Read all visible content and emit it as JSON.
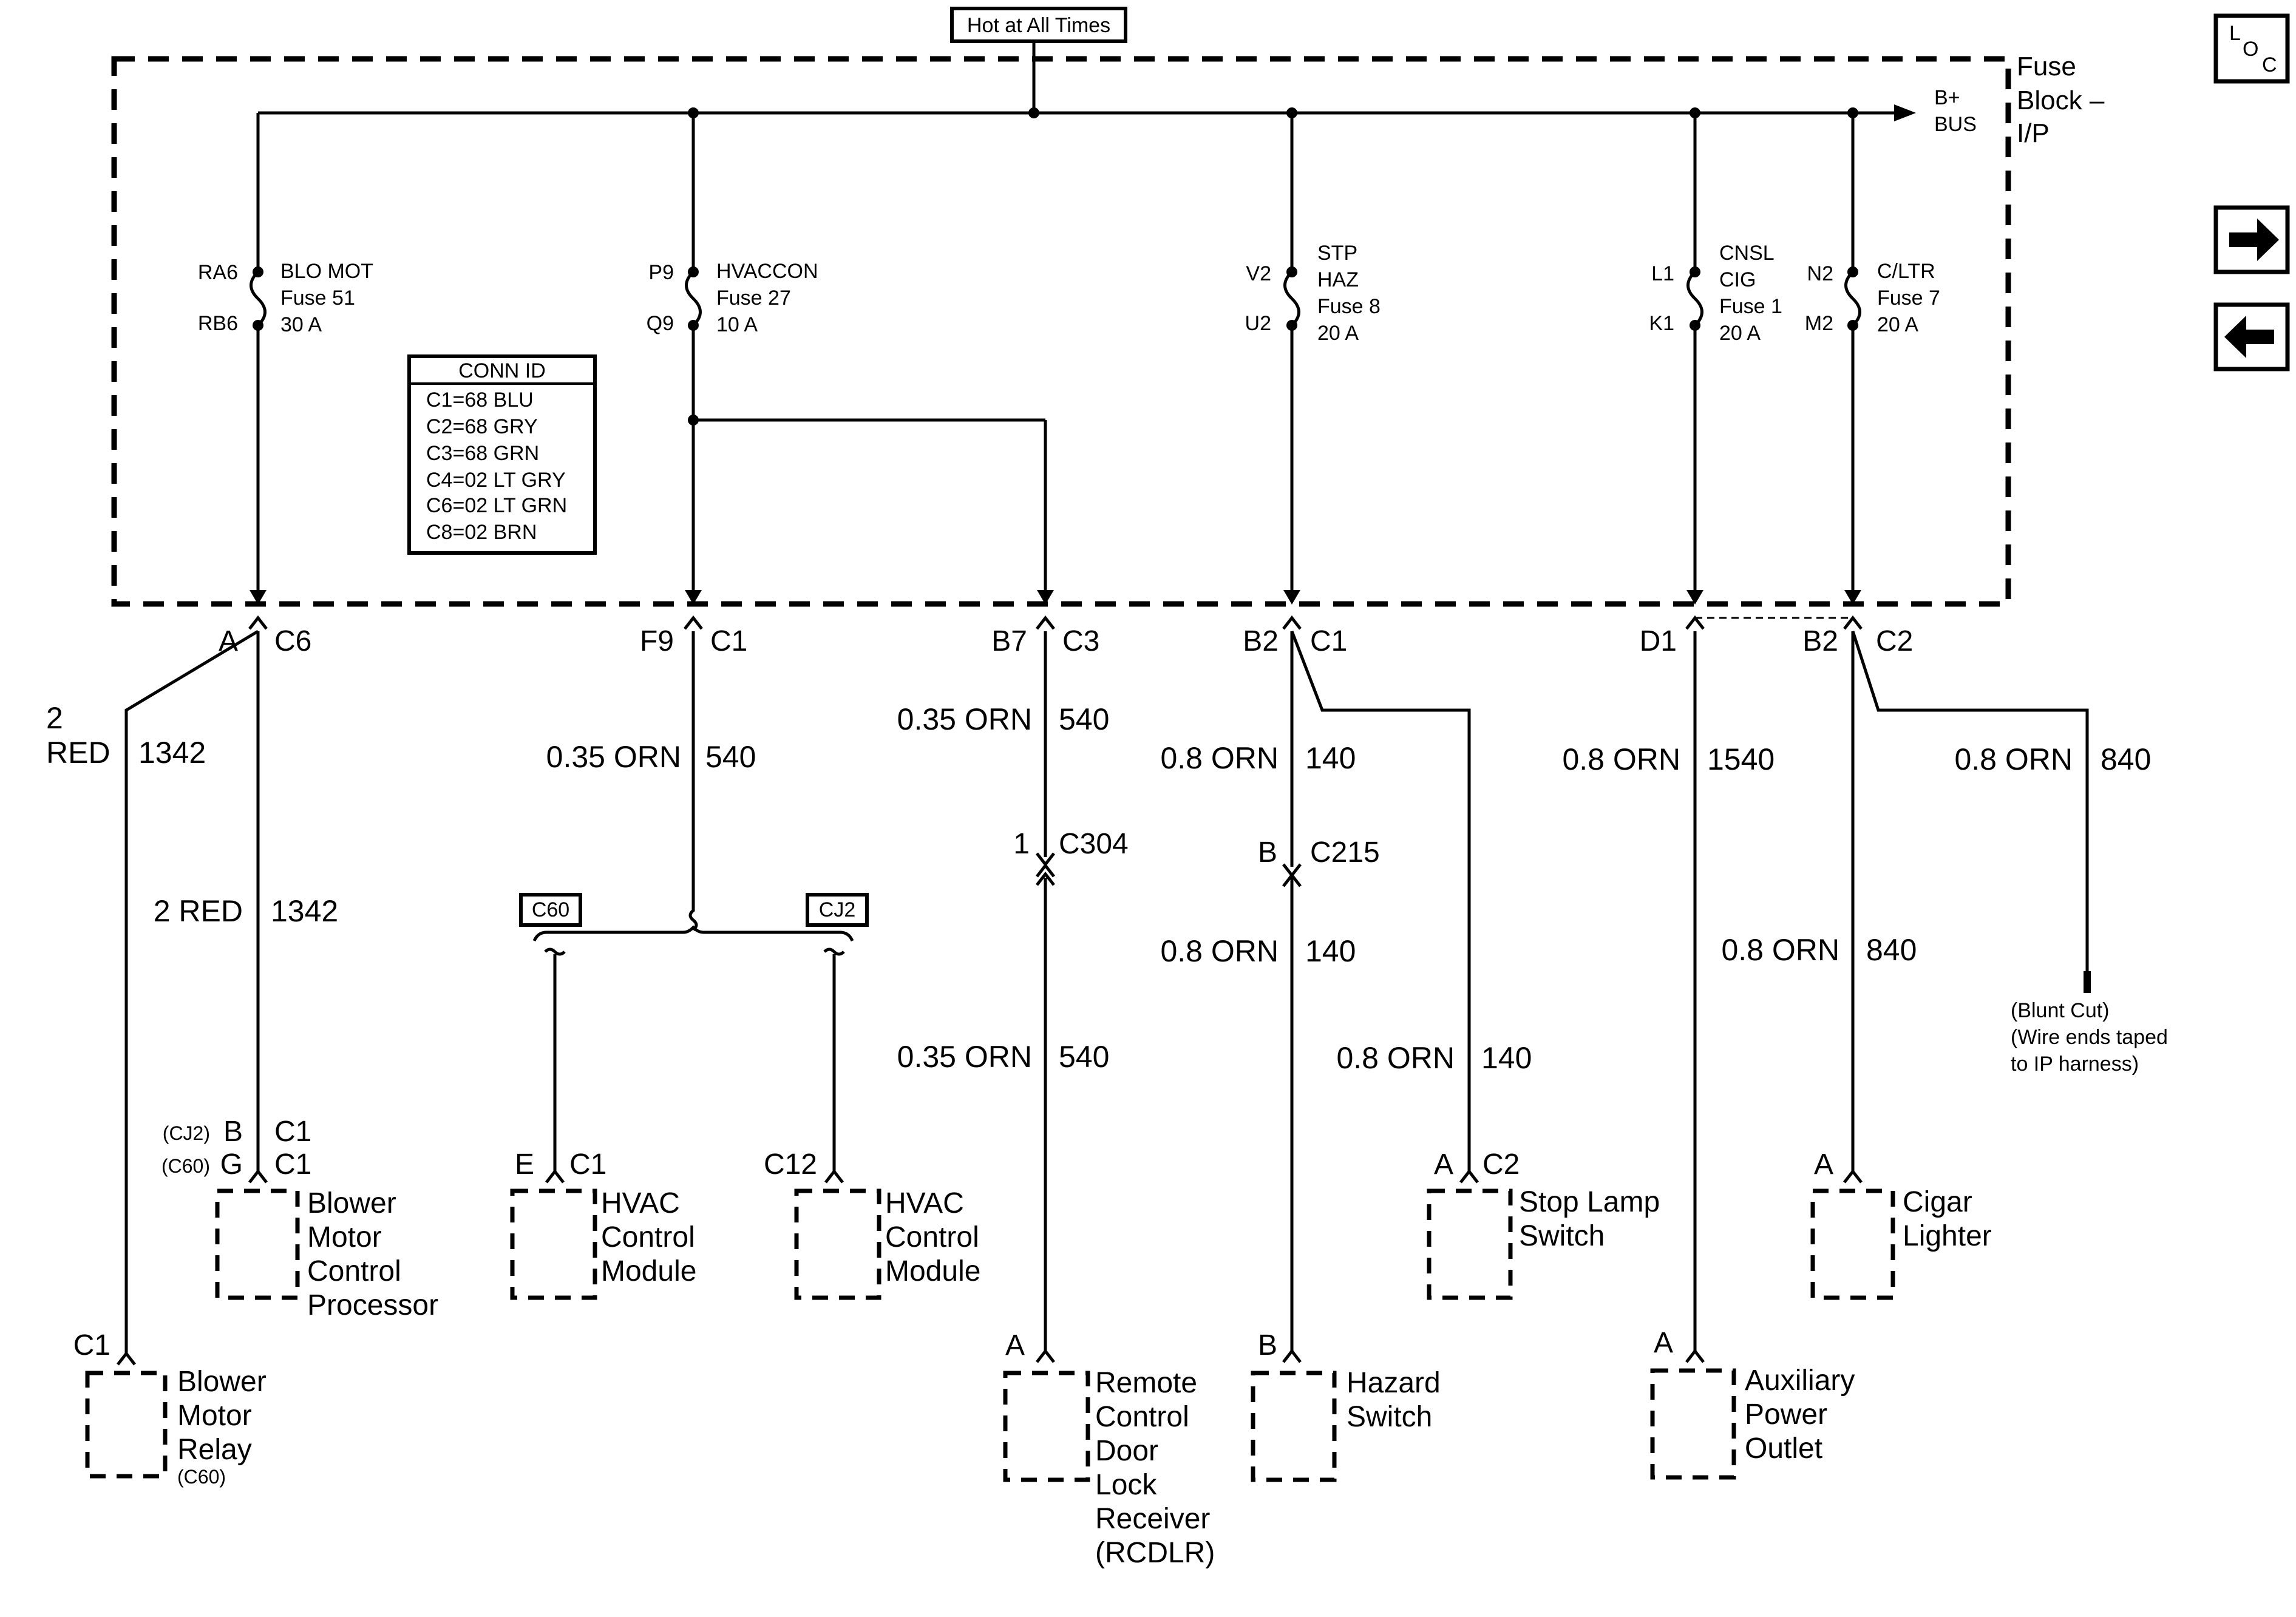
{
  "hot_label": "Hot at All Times",
  "fuse_block": {
    "line1": "Fuse",
    "line2": "Block –",
    "line3": "I/P"
  },
  "bus": {
    "line1": "B+",
    "line2": "BUS"
  },
  "loc": {
    "l": "L",
    "o": "O",
    "c": "C"
  },
  "nav": {
    "next_icon": "right-arrow-icon",
    "prev_icon": "left-arrow-icon"
  },
  "fuses": [
    {
      "top_pin": "RA6",
      "bottom_pin": "RB6",
      "lines": [
        "BLO MOT",
        "Fuse 51",
        "30 A"
      ]
    },
    {
      "top_pin": "P9",
      "bottom_pin": "Q9",
      "lines": [
        "HVACCON",
        "Fuse 27",
        "10 A"
      ]
    },
    {
      "top_pin": "V2",
      "bottom_pin": "U2",
      "lines": [
        "STP",
        "HAZ",
        "Fuse 8",
        "20 A"
      ]
    },
    {
      "top_pin": "L1",
      "bottom_pin": "K1",
      "lines": [
        "CNSL",
        "CIG",
        "Fuse 1",
        "20 A"
      ]
    },
    {
      "top_pin": "N2",
      "bottom_pin": "M2",
      "lines": [
        "C/LTR",
        "Fuse 7",
        "20 A"
      ]
    }
  ],
  "conn_id": {
    "title": "CONN ID",
    "rows": [
      "C1=68 BLU",
      "C2=68 GRY",
      "C3=68 GRN",
      "C4=02 LT GRY",
      "C6=02 LT GRN",
      "C8=02 BRN"
    ]
  },
  "connectors": [
    {
      "pin": "A",
      "conn": "C6"
    },
    {
      "pin": "F9",
      "conn": "C1"
    },
    {
      "pin": "B7",
      "conn": "C3"
    },
    {
      "pin": "B2",
      "conn": "C1"
    },
    {
      "pin": "D1",
      "conn": ""
    },
    {
      "pin": "B2",
      "conn": "C2"
    }
  ],
  "wires": {
    "w1342_left_size_a": "2",
    "w1342_left_size_b": "RED",
    "w1342_left_circuit": "1342",
    "w1342_right": {
      "size": "2 RED",
      "circuit": "1342"
    },
    "w540_a": {
      "size": "0.35 ORN",
      "circuit": "540"
    },
    "w540_b": {
      "size": "0.35 ORN",
      "circuit": "540"
    },
    "w540_c": {
      "size": "0.35 ORN",
      "circuit": "540"
    },
    "w140_a": {
      "size": "0.8 ORN",
      "circuit": "140"
    },
    "w140_b": {
      "size": "0.8 ORN",
      "circuit": "140"
    },
    "w140_c": {
      "size": "0.8 ORN",
      "circuit": "140"
    },
    "w1540": {
      "size": "0.8 ORN",
      "circuit": "1540"
    },
    "w840_a": {
      "size": "0.8 ORN",
      "circuit": "840"
    },
    "w840_b": {
      "size": "0.8 ORN",
      "circuit": "840"
    }
  },
  "splice_labels": {
    "left": "C60",
    "right": "CJ2"
  },
  "inline": {
    "c304": {
      "pin": "1",
      "conn": "C304"
    },
    "c215": {
      "pin": "B",
      "conn": "C215"
    }
  },
  "blunt_cut": [
    "(Blunt Cut)",
    "(Wire ends taped",
    "to IP harness)"
  ],
  "components": {
    "bmcp": {
      "pin_note_1": "(CJ2)",
      "pin_1": "B",
      "conn_1": "C1",
      "pin_note_2": "(C60)",
      "pin_2": "G",
      "conn_2": "C1",
      "name": [
        "Blower",
        "Motor",
        "Control",
        "Processor"
      ]
    },
    "relay": {
      "pin": "C1",
      "name": [
        "Blower",
        "Motor",
        "Relay"
      ],
      "note": "(C60)"
    },
    "hvac1": {
      "pin": "E",
      "conn": "C1",
      "name": [
        "HVAC",
        "Control",
        "Module"
      ]
    },
    "hvac2": {
      "pin": "C12",
      "name": [
        "HVAC",
        "Control",
        "Module"
      ]
    },
    "rcdlr": {
      "pin": "A",
      "name": [
        "Remote",
        "Control",
        "Door",
        "Lock",
        "Receiver",
        "(RCDLR)"
      ]
    },
    "stop_lamp": {
      "pin": "A",
      "conn": "C2",
      "name": [
        "Stop Lamp",
        "Switch"
      ]
    },
    "hazard": {
      "pin": "B",
      "name": [
        "Hazard",
        "Switch"
      ]
    },
    "aux": {
      "pin": "A",
      "name": [
        "Auxiliary",
        "Power",
        "Outlet"
      ]
    },
    "cigar": {
      "pin": "A",
      "name": [
        "Cigar",
        "Lighter"
      ]
    }
  }
}
